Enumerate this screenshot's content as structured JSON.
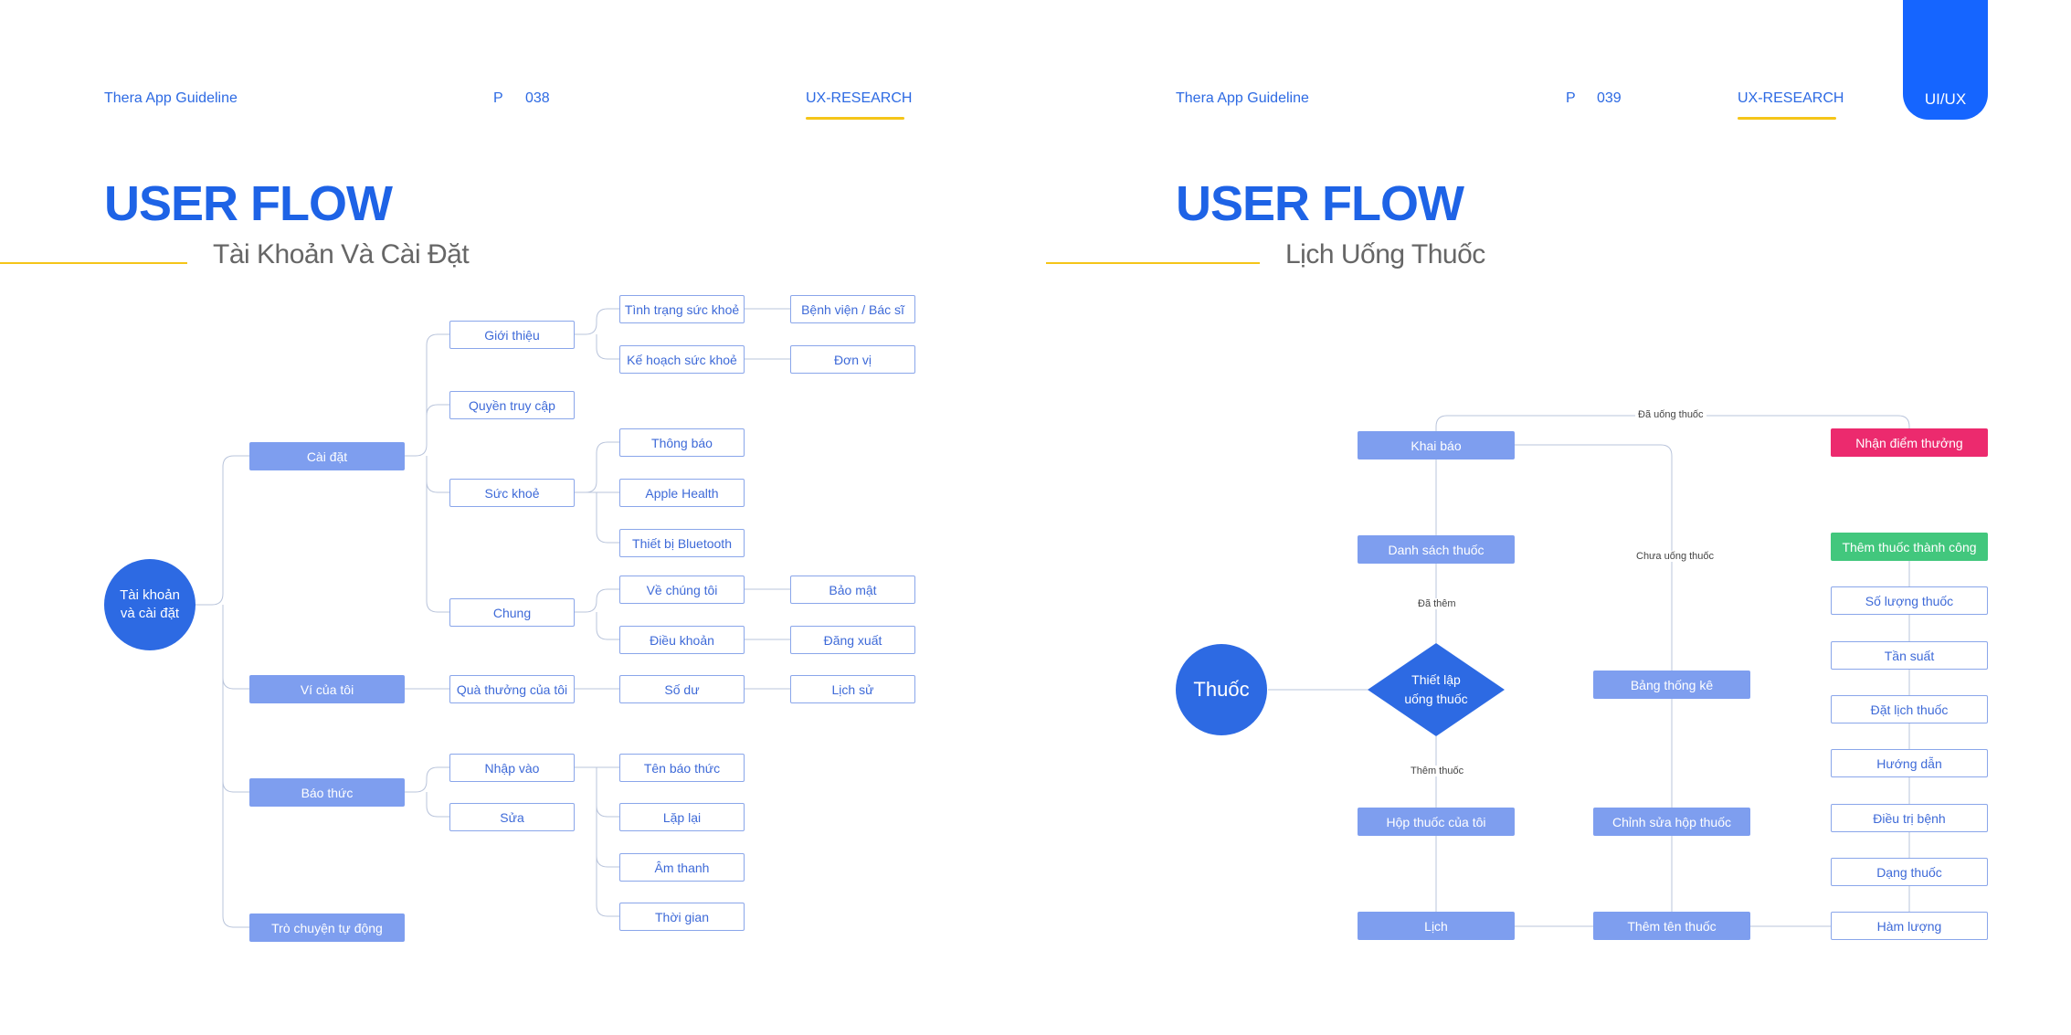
{
  "colors": {
    "accent": "#1e63e6",
    "underline": "#f5c518",
    "red": "#ec2a6e",
    "green": "#42c77d"
  },
  "left": {
    "brand": "Thera App Guideline",
    "page_prefix": "P",
    "page_no": "038",
    "tab": "UX-RESEARCH",
    "title": "USER FLOW",
    "subtitle": "Tài Khoản Và Cài Đặt",
    "root": [
      "Tài khoản",
      "và cài đặt"
    ],
    "nodes": {
      "cai_dat": "Cài đặt",
      "vi_cua_toi": "Ví của tôi",
      "bao_thuc": "Báo thức",
      "tro_chuyen": "Trò chuyện tự động",
      "gioi_thieu": "Giới thiệu",
      "quyen_truy_cap": "Quyền truy cập",
      "suc_khoe": "Sức khoẻ",
      "chung": "Chung",
      "qua_thuong": "Quà thưởng của tôi",
      "nhap_vao": "Nhập vào",
      "sua": "Sửa",
      "tinh_trang": "Tình trạng sức khoẻ",
      "ke_hoach": "Kế hoạch sức khoẻ",
      "thong_bao": "Thông báo",
      "apple_health": "Apple Health",
      "bluetooth": "Thiết bị Bluetooth",
      "ve_chung_toi": "Về chúng tôi",
      "dieu_khoan": "Điều khoản",
      "so_du": "Số dư",
      "ten_bao_thuc": "Tên báo thức",
      "lap_lai": "Lặp lại",
      "am_thanh": "Âm thanh",
      "thoi_gian": "Thời gian",
      "benh_vien": "Bệnh viện / Bác sĩ",
      "don_vi": "Đơn vị",
      "bao_mat": "Bảo mật",
      "dang_xuat": "Đăng xuất",
      "lich_su": "Lịch sử"
    }
  },
  "right": {
    "brand": "Thera App Guideline",
    "page_prefix": "P",
    "page_no": "039",
    "tab": "UX-RESEARCH",
    "tab_active": "UI/UX",
    "title": "USER FLOW",
    "subtitle": "Lịch Uống Thuốc",
    "root": "Thuốc",
    "decision": [
      "Thiết lập",
      "uống thuốc"
    ],
    "nodes": {
      "khai_bao": "Khai báo",
      "danh_sach": "Danh sách thuốc",
      "hop_thuoc": "Hộp thuốc của tôi",
      "lich": "Lịch",
      "bang_thong_ke": "Bảng thống kê",
      "chinh_sua": "Chỉnh sửa hộp thuốc",
      "them_ten": "Thêm tên thuốc",
      "nhan_diem": "Nhận điểm thưởng",
      "them_thanh_cong": "Thêm thuốc thành công",
      "so_luong": "Số lượng thuốc",
      "tan_suat": "Tần suất",
      "dat_lich": "Đặt lịch thuốc",
      "huong_dan": "Hướng dẫn",
      "dieu_tri": "Điều trị bệnh",
      "dang_thuoc": "Dạng thuốc",
      "ham_luong": "Hàm lượng"
    },
    "edge_labels": {
      "da_uong": "Đã uống thuốc",
      "chua_uong": "Chưa uống thuốc",
      "da_them": "Đã thêm",
      "them_thuoc": "Thêm thuốc"
    }
  }
}
